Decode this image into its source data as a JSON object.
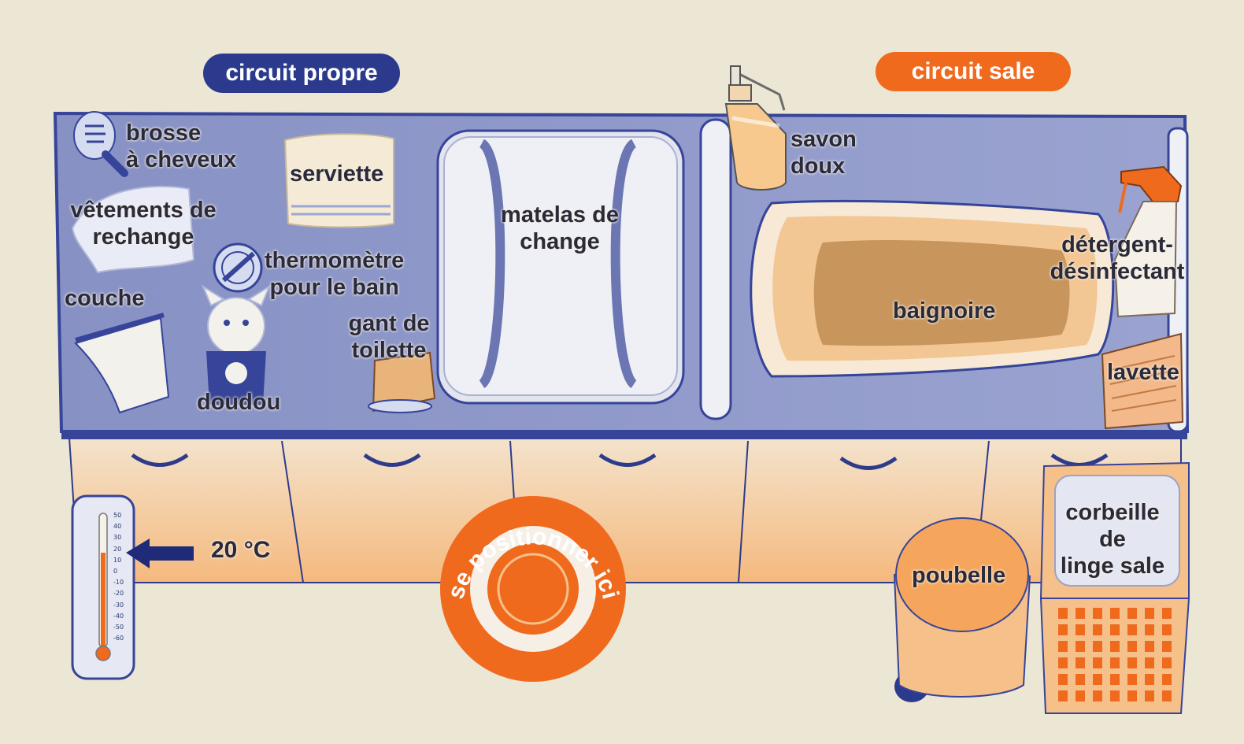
{
  "zones": {
    "clean": {
      "label": "circuit propre",
      "color": "#2b3a8c"
    },
    "dirty": {
      "label": "circuit sale",
      "color": "#f06a1e"
    }
  },
  "items": {
    "hairbrush": "brosse\nà cheveux",
    "towel": "serviette",
    "clothes": "vêtements de\nrechange",
    "thermometer_bath": "thermomètre\npour le bain",
    "diaper": "couche",
    "teddy": "doudou",
    "washcloth_glove": "gant de\ntoilette",
    "changing_mat": "matelas de\nchange",
    "soap": "savon\ndoux",
    "bathtub": "baignoire",
    "detergent": "détergent-\ndésinfectant",
    "cloth": "lavette",
    "trash": "poubelle",
    "laundry": "corbeille\nde\nlinge sale"
  },
  "room_temperature": {
    "label": "20 °C",
    "value_c": 20,
    "scale": [
      "50",
      "40",
      "30",
      "20",
      "10",
      "0",
      "-10",
      "-20",
      "-30",
      "-40",
      "-50",
      "-60"
    ]
  },
  "position_marker": {
    "label": "se positionner ici"
  },
  "colors": {
    "counter_top": "#8f99c9",
    "counter_edge": "#36449a",
    "cabinet": "#f5c99a",
    "orange": "#f06a1e",
    "tub_outer": "#f2c793",
    "tub_inner": "#c8955d"
  }
}
